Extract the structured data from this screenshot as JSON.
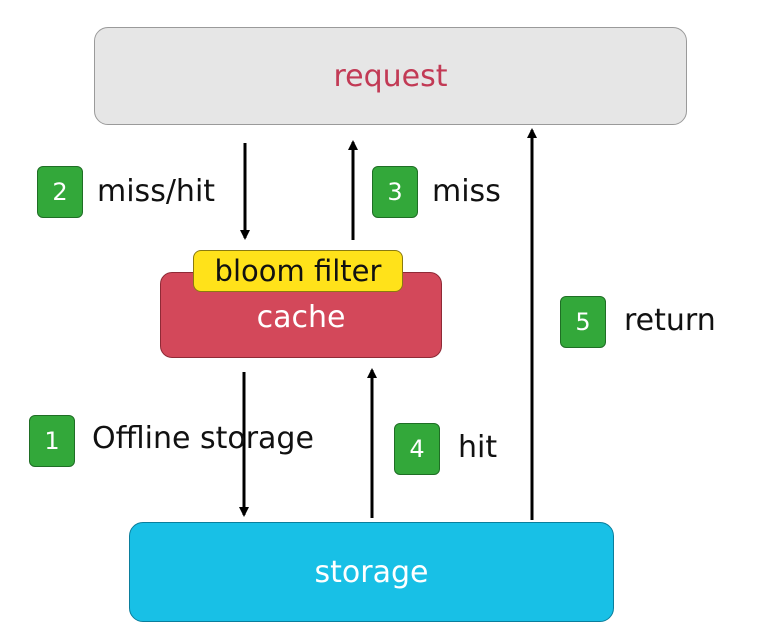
{
  "nodes": {
    "request": "request",
    "bloom_filter": "bloom filter",
    "cache": "cache",
    "storage": "storage"
  },
  "steps": [
    {
      "number": "1",
      "label": "Offline storage"
    },
    {
      "number": "2",
      "label": "miss/hit"
    },
    {
      "number": "3",
      "label": "miss"
    },
    {
      "number": "4",
      "label": "hit"
    },
    {
      "number": "5",
      "label": "return"
    }
  ],
  "colors": {
    "request_fill": "#e6e6e6",
    "request_text": "#c23a55",
    "cache_fill": "#d3485a",
    "bloom_fill": "#ffe21a",
    "storage_fill": "#18c0e6",
    "badge_fill": "#33a83a"
  }
}
